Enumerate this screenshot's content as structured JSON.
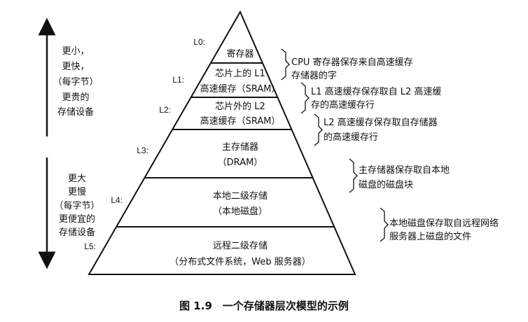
{
  "diagram": {
    "levels": [
      {
        "id": "L0:",
        "lines": [
          "寄存器"
        ]
      },
      {
        "id": "L1:",
        "lines": [
          "芯片上的 L1",
          "高速缓存（SRAM）"
        ]
      },
      {
        "id": "L2:",
        "lines": [
          "芯片外的 L2",
          "高速缓存（SRAM）"
        ]
      },
      {
        "id": "L3:",
        "lines": [
          "主存储器",
          "（DRAM）"
        ]
      },
      {
        "id": "L4:",
        "lines": [
          "本地二级存储",
          "（本地磁盘）"
        ]
      },
      {
        "id": "L5:",
        "lines": [
          "远程二级存储",
          "（分布式文件系统，Web 服务器）"
        ]
      }
    ],
    "annotations": [
      {
        "lines": [
          "CPU 寄存器保存来自高速缓存",
          "存储器的字"
        ]
      },
      {
        "lines": [
          "L1 高速缓存保存取自 L2 高速缓",
          "存的高速缓存行"
        ]
      },
      {
        "lines": [
          "L2 高速缓存保存取自存储器",
          "的高速缓存行"
        ]
      },
      {
        "lines": [
          "主存储器保存取自本地",
          "磁盘的磁盘块"
        ]
      },
      {
        "lines": [
          "本地磁盘保存取自远程网络",
          "服务器上磁盘的文件"
        ]
      }
    ],
    "top_note": [
      "更小，",
      "更快，",
      "（每字节）",
      "更贵的",
      "存储设备"
    ],
    "bottom_note": [
      "更大",
      "更慢",
      "（每字节）",
      "更便宜的",
      "存储设备"
    ],
    "caption": "图 1.9　一个存储器层次模型的示例"
  }
}
